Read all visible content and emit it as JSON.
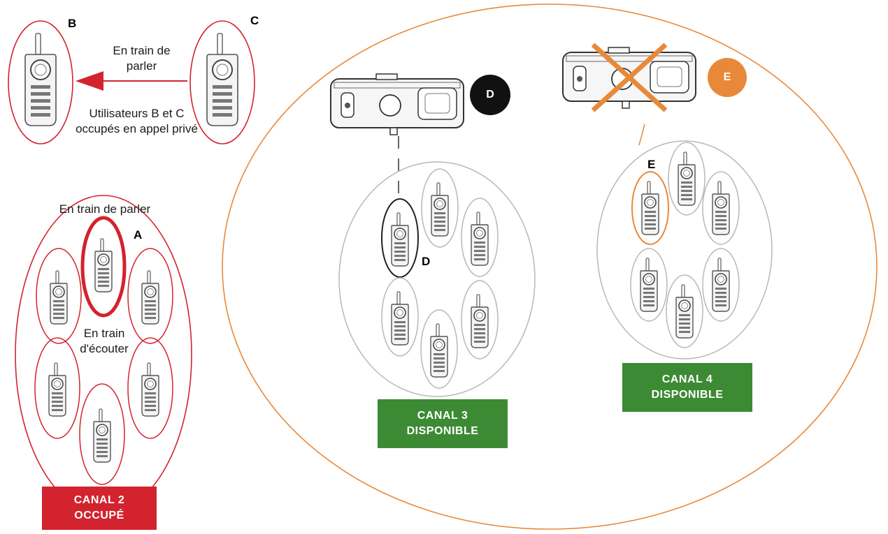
{
  "labels": {
    "talking_c": "En train de parler",
    "private_call": "Utilisateurs B et C occupés en appel privé",
    "talking_a": "En train de parler",
    "listening": "En train d'écouter",
    "letter_a": "A",
    "letter_b": "B",
    "letter_c": "C",
    "letter_d": "D",
    "letter_e": "E"
  },
  "channels": {
    "canal2": {
      "line1": "CANAL 2",
      "line2": "OCCUPÉ"
    },
    "canal3": {
      "line1": "CANAL 3",
      "line2": "DISPONIBLE"
    },
    "canal4": {
      "line1": "CANAL 4",
      "line2": "DISPONIBLE"
    }
  },
  "colors": {
    "red": "#d3232e",
    "green": "#3d8a34",
    "orange": "#e8893a",
    "grey": "#b8b8b8",
    "black": "#111111"
  },
  "icons": [
    "walkie-talkie-icon",
    "radio-top-view-icon",
    "arrow-left-icon",
    "cross-icon"
  ]
}
